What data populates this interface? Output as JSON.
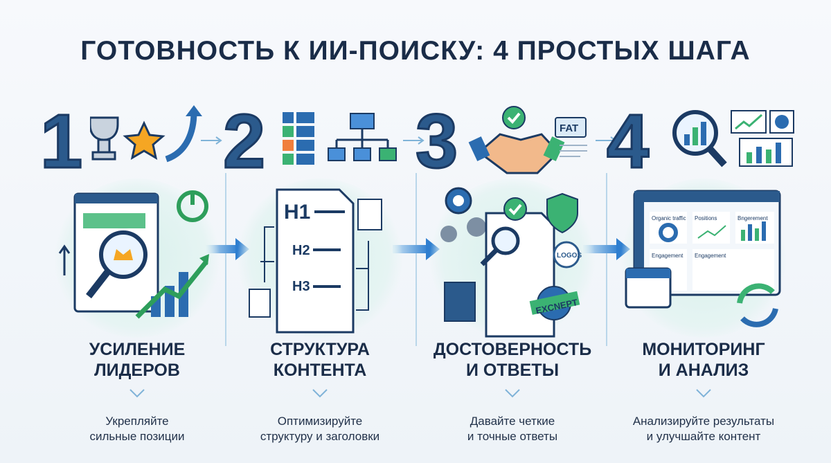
{
  "title": "ГОТОВНОСТЬ К ИИ-ПОИСКУ: 4 ПРОСТЫХ ШАГА",
  "steps": [
    {
      "number": "1",
      "title_line1": "УСИЛЕНИЕ",
      "title_line2": "ЛИДЕРОВ",
      "desc_line1": "Укрепляйте",
      "desc_line2": "сильные позиции",
      "icons": [
        "trophy-icon",
        "star-icon",
        "growth-arrow-icon",
        "browser-icon",
        "magnifier-crown-icon",
        "power-icon",
        "bar-chart-icon"
      ]
    },
    {
      "number": "2",
      "title_line1": "СТРУКТУРА",
      "title_line2": "КОНТЕНТА",
      "desc_line1": "Оптимизируйте",
      "desc_line2": "структуру и заголовки",
      "icons": [
        "grid-blocks-icon",
        "hierarchy-icon",
        "document-headings-icon"
      ],
      "headings": [
        "H1",
        "H2",
        "H3"
      ]
    },
    {
      "number": "3",
      "title_line1": "ДОСТОВЕРНОСТЬ",
      "title_line2": "И ОТВЕТЫ",
      "desc_line1": "Давайте четкие",
      "desc_line2": "и точные ответы",
      "icons": [
        "handshake-icon",
        "check-icon",
        "speech-bubble-icon",
        "gear-icon",
        "shield-icon",
        "book-icon",
        "badge-icon"
      ],
      "bubble": "FAT",
      "seal": "LOGOS",
      "badge": "EXCNEPT"
    },
    {
      "number": "4",
      "title_line1": "МОНИТОРИНГ",
      "title_line2": "И АНАЛИЗ",
      "desc_line1": "Анализируйте результаты",
      "desc_line2": "и улучшайте контент",
      "icons": [
        "magnifier-chart-icon",
        "dashboard-icon",
        "calendar-icon",
        "refresh-icon"
      ],
      "dashboard": [
        "Organic traffic",
        "Positions",
        "Bngerement",
        "Engagement",
        "Engagement"
      ]
    }
  ],
  "colors": {
    "navy": "#1a2c48",
    "blue": "#2b6cb0",
    "green": "#3bb273",
    "accent": "#4aa3df"
  }
}
